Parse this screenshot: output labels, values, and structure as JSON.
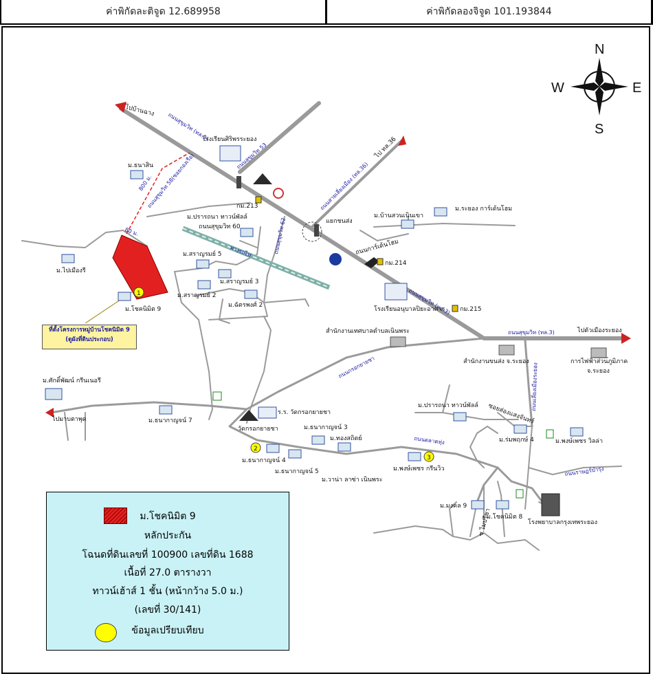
{
  "header": {
    "latitude": "ค่าพิกัดละติจูด 12.689958",
    "longitude": "ค่าพิกัดลองจิจูด 101.193844"
  },
  "compass": {
    "north": "N",
    "south": "S",
    "east": "E",
    "west": "W"
  },
  "callout": {
    "line1": "ที่ตั้งโครงการหมู่บ้านโชคนิมิต 9",
    "line2": "(ดูผังที่ดินประกอบ)"
  },
  "legend": {
    "project": "ม.โชคนิมิต 9",
    "collateral_title": "หลักประกัน",
    "deed": "โฉนดที่ดินเลขที่ 100900 เลขที่ดิน 1688",
    "area": "เนื้อที่ 27.0 ตารางวา",
    "building": "ทาวน์เฮ้าส์ 1 ชั้น (หน้ากว้าง 5.0 ม.)",
    "number": "(เลขที่ 30/141)",
    "comparison": "ข้อมูลเปรียบเทียบ"
  },
  "markers": [
    "1",
    "2",
    "3"
  ],
  "labels": {
    "to_banchang": "ไปบ้านฉาง",
    "sukhumvit_h3_a": "ถนนสุขุมวิท (ทล.3)",
    "school_sriworawong": "โรงเรียนศิริพรระยอง",
    "m_manasin": "ม.ธนาสิน",
    "sukhumvit_soi53": "ถนนสุขุมวิท 53",
    "dist_800": "800 ม.",
    "sukhumvit_soi58": "ถนนสุขุมวิท 58(ซอยกองเรือ)",
    "dist_80": "80 ม.",
    "h36_road": "ถนนสายเลี่ยงเมือง (ทล.36)",
    "to_h36": "ไป ทล.36",
    "km213": "กม.213",
    "m_prasanna_pattaya": "ม.ปรารถนา ทาวน์พัลล์",
    "sukhumvit_60": "ถนนสุขุมวิท 60",
    "sukhumvit_62": "ถนนสุขุมวิท 62",
    "junction": "แยกชนส่ง",
    "m_ban_suan": "ม.บ้านสวนเนินเขา",
    "m_rayong_garden": "ม.ระยอง การ์เด้นโฮม",
    "garden_home_road": "ถนนการ์เด้นโฮม",
    "railway": "ทางรถไฟ",
    "m_sarakrom5": "ม.สราญรมย์ 5",
    "m_pailom": "ม.ไปเมืองรี",
    "km214": "กม.214",
    "m_sarakrom3": "ม.สราญรมย์ 3",
    "m_sarakrom2": "ม.สราญรมย์ 2",
    "m_chatsong2": "ม.ฉัตรพงศ์ 2",
    "m_choknimit9": "ม.โชคนิมิต 9",
    "sukhumvit_h3_b": "ถนนสุขุมวิท (ทล.3)",
    "school_anuban": "โรงเรียนอนุบาลปิยะอาคาร",
    "km215": "กม.215",
    "tessaban": "สำนักงานเทศบาลตำบลเนินพระ",
    "sukhumvit_h3_c": "ถนนสุขุมวิท (ทล.3)",
    "to_rayong": "ไปตัวเมืองระยอง",
    "provincial_office": "สำนักงานขนส่ง จ.ระยอง",
    "pea": "การไฟฟ้าส่วนภูมิภาค",
    "pea2": "จ.ระยอง",
    "m_sakdiphat": "ม.ศักดิ์พัฒน์ กรีนเนอรี",
    "to_maptaphut": "ไปมาบตาพุด",
    "m_thanakanchana7": "ม.ธนากาญจน์ 7",
    "school_wat": "ร.ร. วัดกรอกยายชา",
    "wat": "วัดกรอกยายชา",
    "krok_yaicha_road": "ถนนกรอกยายชา",
    "m_prasanna2": "ม.ปรารถนา ทาวน์พัลล์",
    "sukhumvit_inner": "ถนนเลี่ยงเมืองระยอง",
    "m_thanakanchana3": "ม.ธนากาญจน์ 3",
    "m_thongsathit": "ม.ทองสถิตย์",
    "market_road": "ถนนตลาดทุ่ง",
    "m_romruk4": "ม.ร่มพฤกษ์ 4",
    "m_phongphet": "ม.พงษ์เพชร วิลล่า",
    "m_thanakanchana4": "ม.ธนากาญจน์ 4",
    "m_phongphet_green": "ม.พงษ์เพชร กรีนวิว",
    "m_thanakanchana5": "ม.ธนากาญจน์ 5",
    "m_wanna": "ม.วาน่า ลาซ่า เนินพระ",
    "rat_road": "ถนนราษฎร์บำรุง",
    "m_mongkol": "ม.มงคล 9",
    "m_choknimit8": "ม.โชคนิมิต 8",
    "soi_mai": "ซ.ไมปรีชา",
    "hospital": "โรงพยาบาลกรุงเทพระยอง",
    "soi_label": "ซอยส่องแสงจันทร์"
  },
  "colors": {
    "road": "#9a9a9a",
    "project_fill": "#e32020",
    "legend_bg": "#c9f2f6",
    "callout_bg": "#fdf3a0",
    "road_label": "#1a1aa0",
    "marker_yellow": "#ffff00"
  }
}
